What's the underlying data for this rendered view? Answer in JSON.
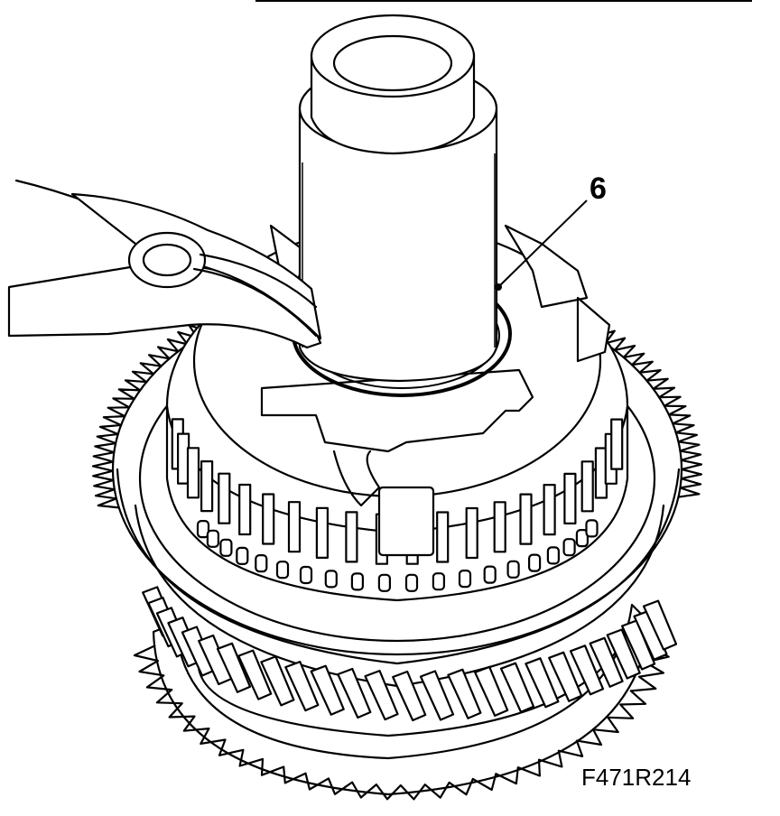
{
  "figure": {
    "callout": "6",
    "code": "F471R214"
  },
  "colors": {
    "line": "#000000",
    "background": "#ffffff"
  },
  "parts": [
    "sleeve-tool",
    "snap-ring-pliers",
    "circlip",
    "synchronizer-hub",
    "gear-teeth",
    "helical-gear"
  ]
}
